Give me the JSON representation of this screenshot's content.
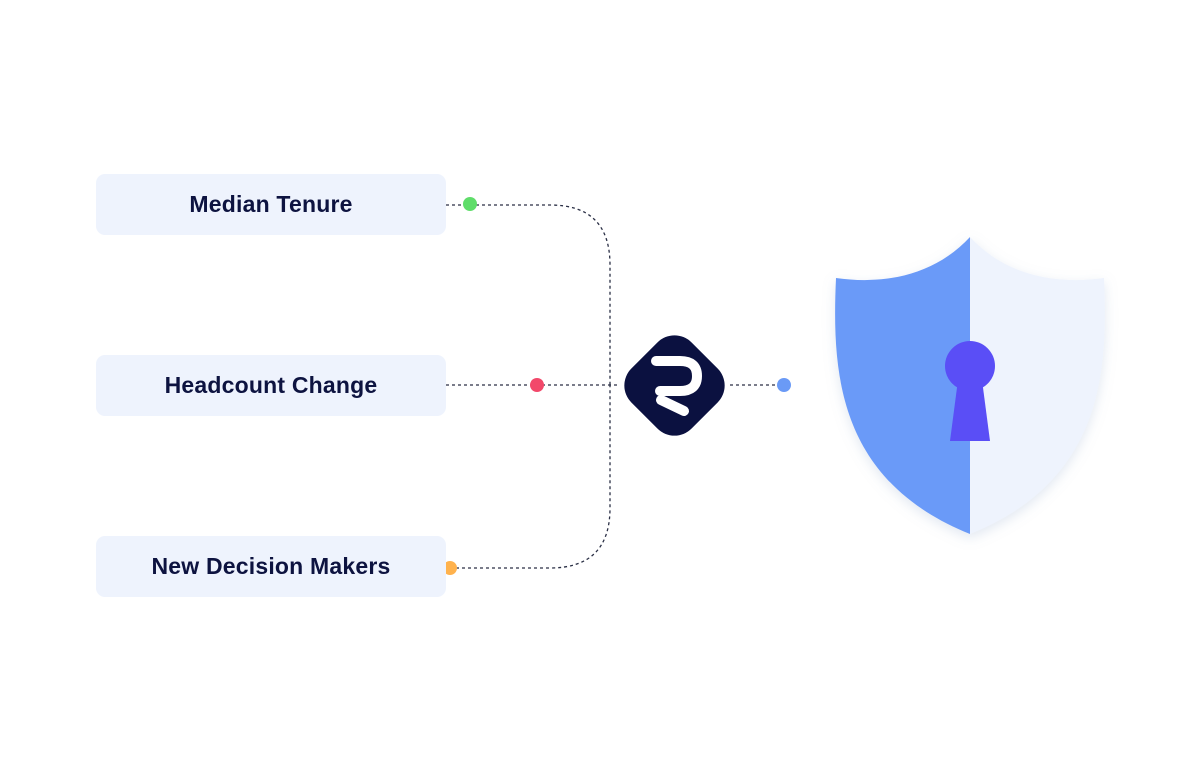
{
  "nodes": [
    {
      "label": "Median Tenure",
      "dot_color": "#5fdd6a"
    },
    {
      "label": "Headcount Change",
      "dot_color": "#f2486a"
    },
    {
      "label": "New Decision Makers",
      "dot_color": "#ffb24d"
    }
  ],
  "hub": {
    "icon": "brand-logo-icon",
    "color": "#0b1140"
  },
  "output_dot_color": "#6a9af6",
  "shield": {
    "icon": "shield-keyhole-icon",
    "left_color": "#6a9af8",
    "right_color": "#eef3fd",
    "keyhole_color": "#5a4ef6"
  },
  "line_color": "#2a2f45"
}
